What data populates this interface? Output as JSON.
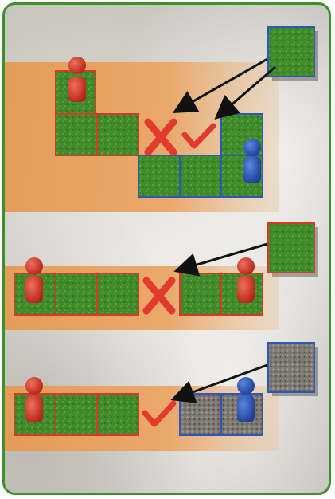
{
  "card": {
    "frame_color": "#3f8f2e",
    "player_colors": {
      "red": "#d9372a",
      "blue": "#2e58b8"
    },
    "tile_colors": {
      "meadow": "#3f8a2a",
      "rock": "#7a756e"
    },
    "examples": [
      {
        "name": "example-top",
        "held_tile": "meadow",
        "targets": [
          "invalid",
          "valid"
        ]
      },
      {
        "name": "example-middle",
        "held_tile": "meadow",
        "targets": [
          "invalid"
        ]
      },
      {
        "name": "example-bottom",
        "held_tile": "rock",
        "targets": [
          "valid"
        ]
      }
    ]
  }
}
